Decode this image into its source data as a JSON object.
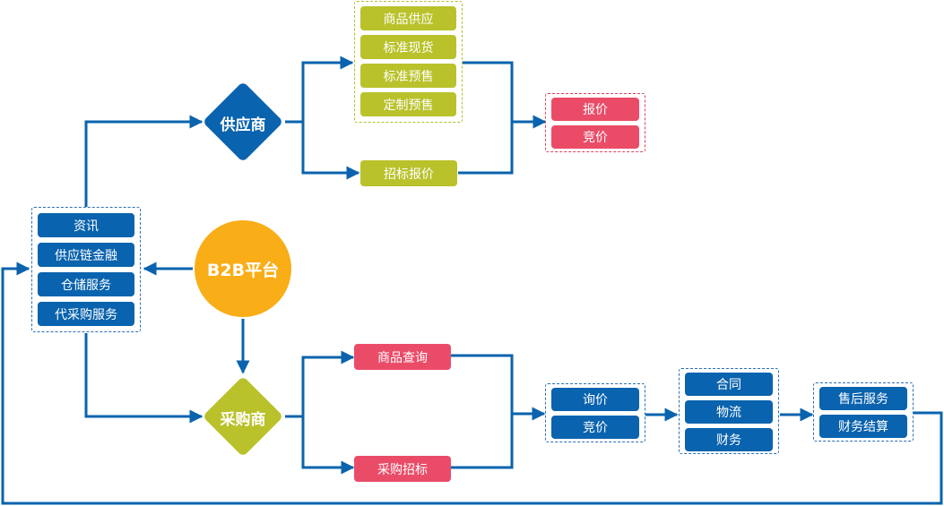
{
  "colors": {
    "primary": "#0a63ae",
    "accent_olive": "#b9c22a",
    "accent_red": "#ea4c68",
    "platform": "#f9ad17"
  },
  "platform": {
    "label": "B2B平台"
  },
  "supplier": {
    "label": "供应商",
    "offers": [
      "商品供应",
      "标准现货",
      "标准预售",
      "定制预售"
    ],
    "tender_bid": "招标报价",
    "pricing": [
      "报价",
      "竞价"
    ]
  },
  "buyer": {
    "label": "采购商",
    "query": "商品查询",
    "tender": "采购招标",
    "pricing": [
      "询价",
      "竞价"
    ],
    "transaction": [
      "合同",
      "物流",
      "财务"
    ],
    "after": [
      "售后服务",
      "财务结算"
    ]
  },
  "services": [
    "资讯",
    "供应链金融",
    "仓储服务",
    "代采购服务"
  ]
}
